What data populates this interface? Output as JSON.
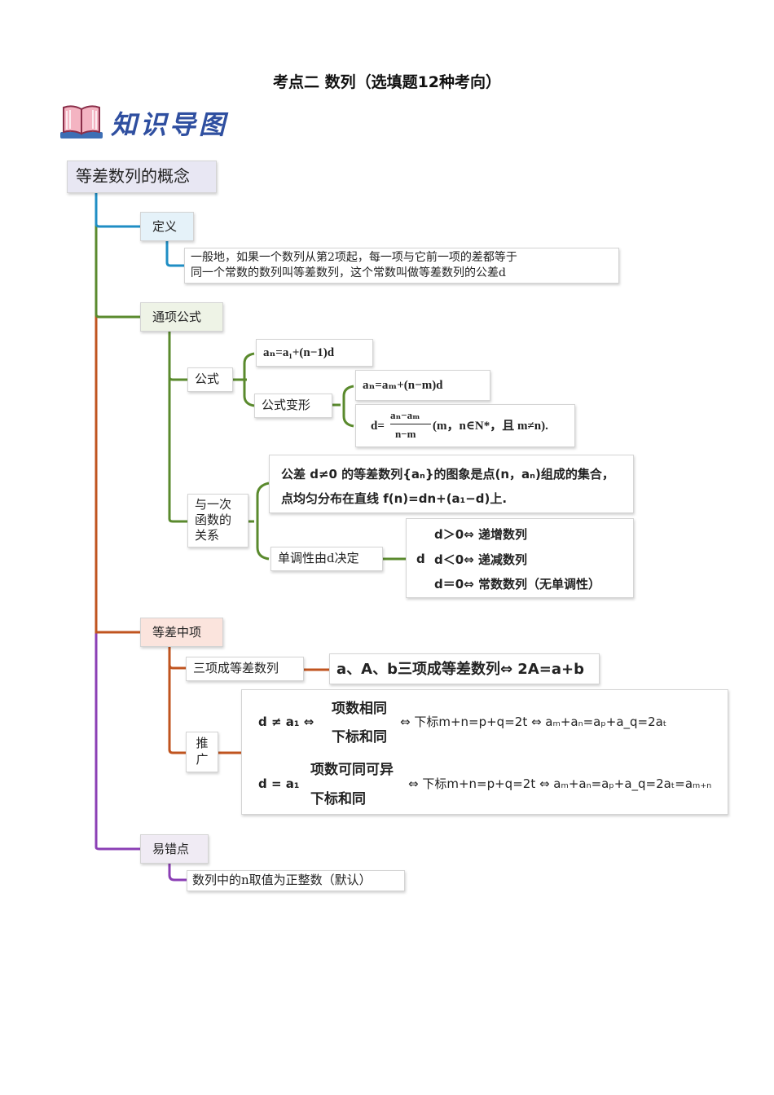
{
  "page_title": "考点二  数列（选填题12种考向）",
  "logo": {
    "text": "知识导图",
    "icon": "book-icon"
  },
  "colors": {
    "blue": "#1f8ec4",
    "green": "#5a8a2d",
    "orange": "#c0541f",
    "purple": "#8b3fb5"
  },
  "root": "等差数列的概念",
  "definition": {
    "label": "定义",
    "text_line1": "一般地，如果一个数列从第2项起，每一项与它前一项的差都等于",
    "text_line2": "同一个常数的数列叫等差数列，这个常数叫做等差数列的公差d"
  },
  "general_term": {
    "label": "通项公式",
    "formula": {
      "label": "公式",
      "main": "aₙ=a₁+(n−1)d",
      "variant_label": "公式变形",
      "variant1": "aₙ=aₘ+(n−m)d",
      "variant2_prefix": "d=",
      "variant2_num": "aₙ−aₘ",
      "variant2_den": "n−m",
      "variant2_suffix": "(m，n∈N*，且 m≠n)."
    },
    "function_relation": {
      "label_line1": "与一次",
      "label_line2": "函数的",
      "label_line3": "关系",
      "graph_line1": "公差 d≠0 的等差数列{aₙ}的图象是点(n，aₙ)组成的集合，",
      "graph_line2": "点均匀分布在直线 f(n)=dn+(a₁−d)上.",
      "monotonic_label": "单调性由d决定",
      "d_symbol": "d",
      "cases": [
        "d＞0⇔ 递增数列",
        "d＜0⇔ 递减数列",
        "d＝0⇔ 常数数列（无单调性）"
      ]
    }
  },
  "middle_term": {
    "label": "等差中项",
    "three_term_label": "三项成等差数列",
    "three_term_text": "a、A、b三项成等差数列⇔ 2A=a+b",
    "generalize_label_line1": "推",
    "generalize_label_line2": "广",
    "case1_cond": "d ≠ a₁ ⇔",
    "case1_opt1": "项数相同",
    "case1_opt2": "下标和同",
    "case1_result": "⇔ 下标m+n=p+q=2t ⇔ aₘ+aₙ=aₚ+a_q=2aₜ",
    "case2_cond": "d = a₁",
    "case2_opt1": "项数可同可异",
    "case2_opt2": "下标和同",
    "case2_result": "⇔ 下标m+n=p+q=2t ⇔ aₘ+aₙ=aₚ+a_q=2aₜ=aₘ₊ₙ"
  },
  "pitfall": {
    "label": "易错点",
    "text": "数列中的n取值为正整数（默认）"
  }
}
